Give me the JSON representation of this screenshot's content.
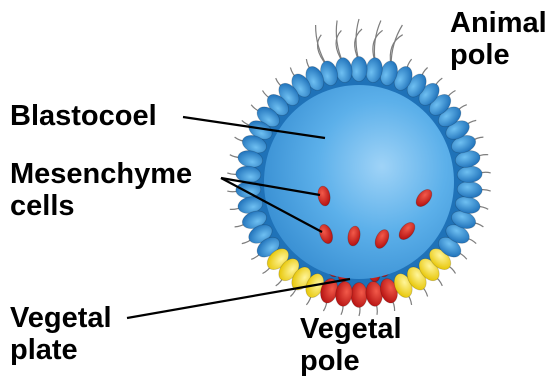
{
  "labels": {
    "animal_pole": [
      "Animal",
      "pole"
    ],
    "blastocoel": "Blastocoel",
    "mesenchyme_cells": [
      "Mesenchyme",
      "cells"
    ],
    "vegetal_plate": [
      "Vegetal",
      "plate"
    ],
    "vegetal_pole": [
      "Vegetal",
      "pole"
    ]
  },
  "colors": {
    "ectoderm_cells": "#2a88cf",
    "blastocoel": "#4aa3e0",
    "vegetal_ring_cells": "#f7e31a",
    "vegetal_plate_cells": "#d61f1f",
    "mesenchyme_cells": "#d21a1a",
    "cilia": "#8a8a8a",
    "leader_lines": "#000000"
  }
}
